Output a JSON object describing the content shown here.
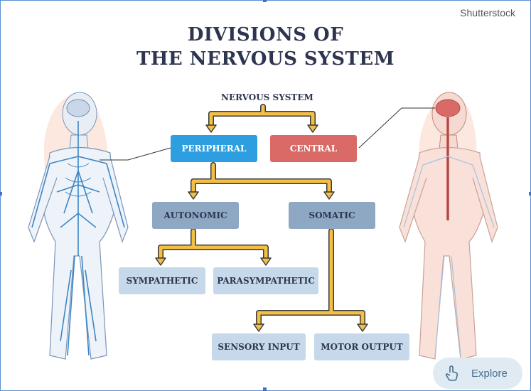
{
  "watermark": "Shutterstock",
  "title": {
    "line1": "DIVISIONS OF",
    "line2": "THE NERVOUS SYSTEM"
  },
  "nodes": {
    "root": "NERVOUS SYSTEM",
    "peripheral": "PERIPHERAL",
    "central": "CENTRAL",
    "autonomic": "AUTONOMIC",
    "somatic": "SOMATIC",
    "sympathetic": "SYMPATHETIC",
    "parasympathetic": "PARASYMPATHETIC",
    "sensory": "SENSORY INPUT",
    "motor": "MOTOR OUTPUT"
  },
  "explore_button": {
    "label": "Explore",
    "icon": "touch-hand-icon"
  },
  "colors": {
    "peripheral": "#2d9fe0",
    "central": "#d96a66",
    "level2": "#8ea7c2",
    "level3": "#c6d9ea",
    "arrow": "#f4bf45",
    "nerve": "#3b86c5",
    "skin": "#f9d6cc"
  }
}
